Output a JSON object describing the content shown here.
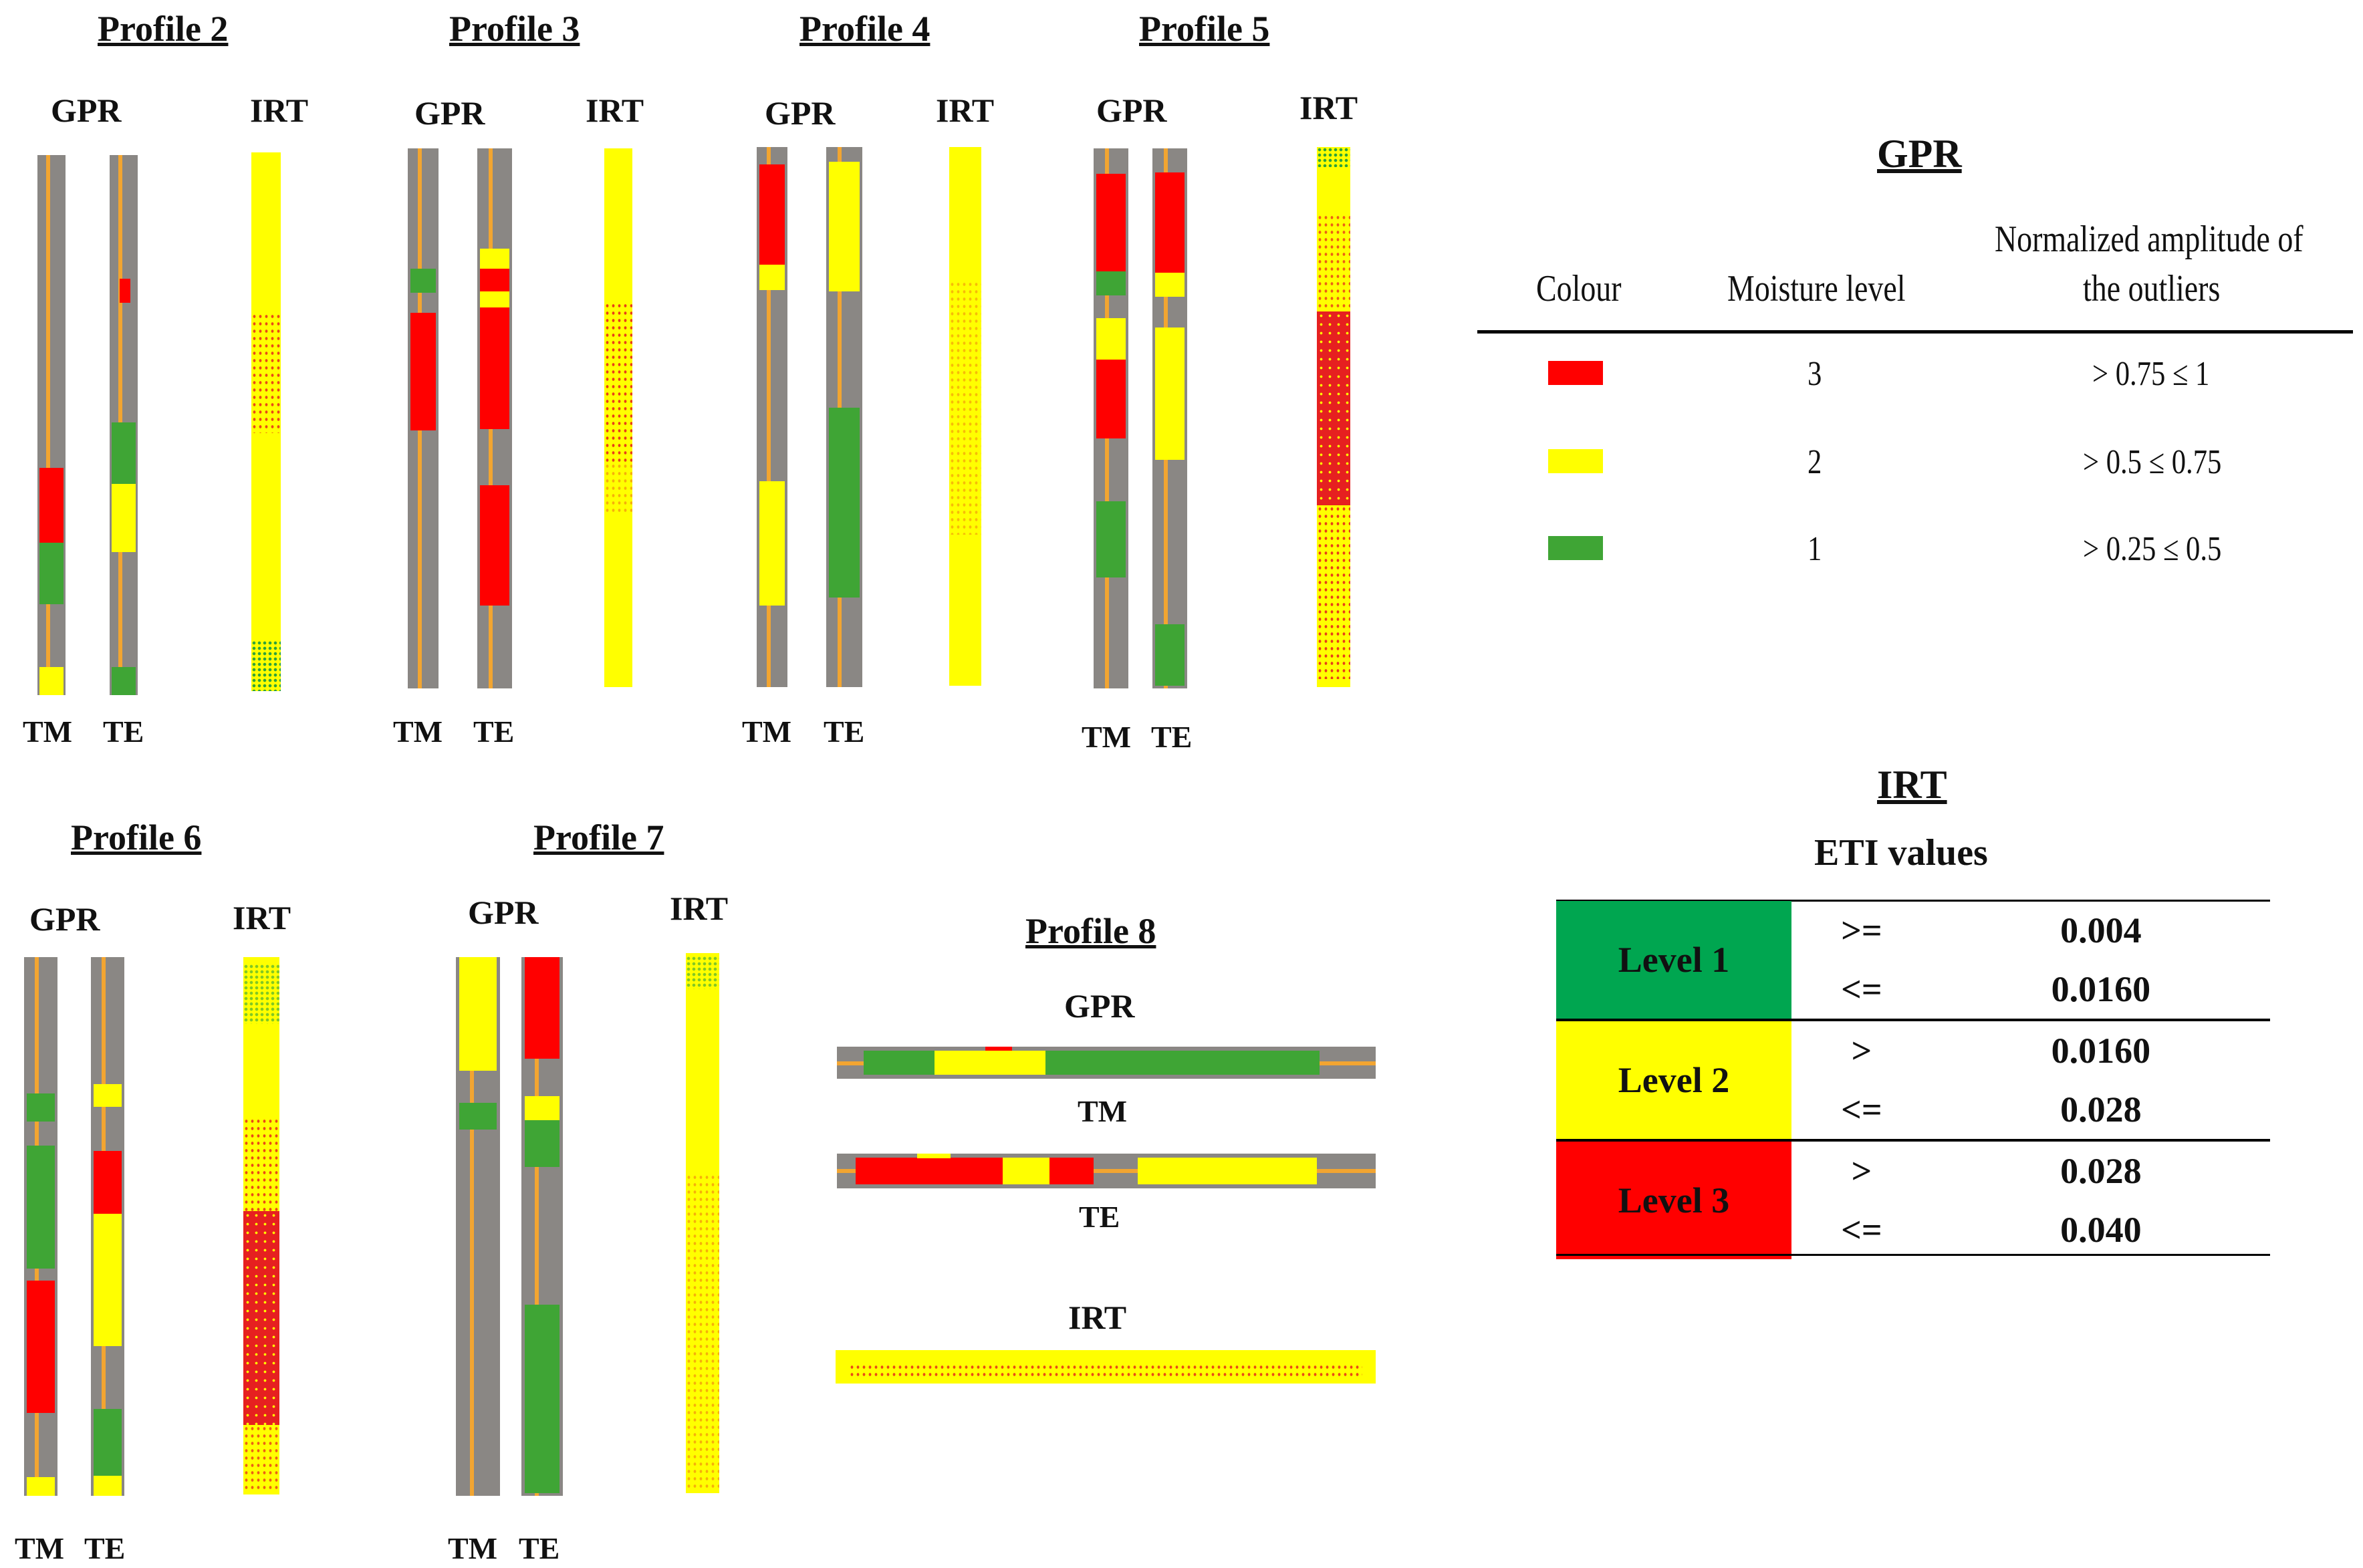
{
  "profiles": [
    {
      "title": "Profile 2",
      "gpr": "GPR",
      "irt": "IRT",
      "tm": "TM",
      "te": "TE"
    },
    {
      "title": "Profile 3",
      "gpr": "GPR",
      "irt": "IRT",
      "tm": "TM",
      "te": "TE"
    },
    {
      "title": "Profile 4",
      "gpr": "GPR",
      "irt": "IRT",
      "tm": "TM",
      "te": "TE"
    },
    {
      "title": "Profile 5",
      "gpr": "GPR",
      "irt": "IRT",
      "tm": "TM",
      "te": "TE"
    },
    {
      "title": "Profile 6",
      "gpr": "GPR",
      "irt": "IRT",
      "tm": "TM",
      "te": "TE"
    },
    {
      "title": "Profile 7",
      "gpr": "GPR",
      "irt": "IRT",
      "tm": "TM",
      "te": "TE"
    },
    {
      "title": "Profile 8",
      "gpr": "GPR",
      "irt": "IRT",
      "tm": "TM",
      "te": "TE"
    }
  ],
  "gpr_legend": {
    "title": "GPR",
    "headers": {
      "colour": "Colour",
      "moisture": "Moisture level",
      "amplitude_line1": "Normalized amplitude of",
      "amplitude_line2": "the outliers"
    },
    "rows": [
      {
        "color": "#ff0000",
        "level": "3",
        "range": "> 0.75 ≤ 1"
      },
      {
        "color": "#ffff00",
        "level": "2",
        "range": "> 0.5 ≤ 0.75"
      },
      {
        "color": "#3fa535",
        "level": "1",
        "range": "> 0.25 ≤ 0.5"
      }
    ]
  },
  "irt_legend": {
    "title": "IRT",
    "subtitle": "ETI values",
    "levels": [
      {
        "name": "Level 1",
        "color": "#00a650",
        "op1": ">=",
        "v1": "0.004",
        "op2": "<=",
        "v2": "0.0160"
      },
      {
        "name": "Level 2",
        "color": "#ffff00",
        "op1": ">",
        "v1": "0.0160",
        "op2": "<=",
        "v2": "0.028"
      },
      {
        "name": "Level 3",
        "color": "#ff0000",
        "op1": ">",
        "v1": "0.028",
        "op2": "<=",
        "v2": "0.040"
      }
    ]
  },
  "colors": {
    "level3": "#ff0000",
    "level2": "#ffff00",
    "level1": "#3fa535",
    "pavement": "#8a8784",
    "road_marking": "#f2a531"
  }
}
